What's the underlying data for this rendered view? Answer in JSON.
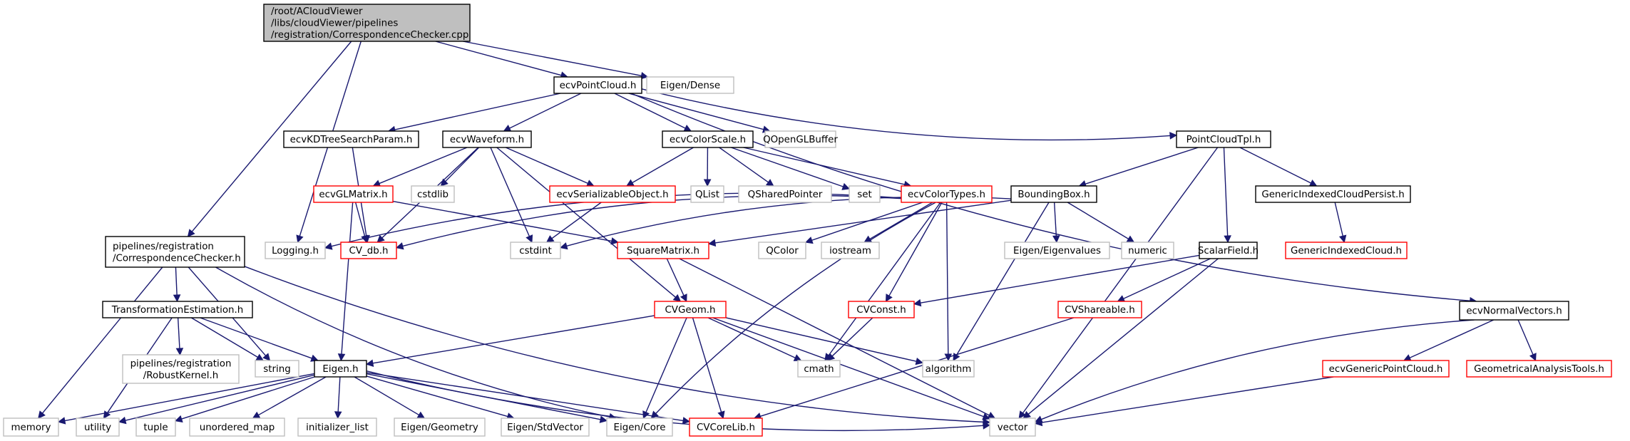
{
  "title": "Include dependency graph for CorrespondenceChecker.cpp",
  "legend": {
    "edge_color": "#191970",
    "root_fill": "#bfbfbf",
    "documented_border": "#000000",
    "undocumented_border": "#bfbfbf",
    "truncated_border": "#ff0000"
  },
  "nodes": [
    {
      "id": "root",
      "lines": [
        "/root/ACloudViewer",
        "/libs/cloudViewer/pipelines",
        "/registration/CorrespondenceChecker.cpp"
      ],
      "kind": "root"
    },
    {
      "id": "ecvPointCloud",
      "lines": [
        "ecvPointCloud.h"
      ],
      "kind": "internal"
    },
    {
      "id": "EigenDense",
      "lines": [
        "Eigen/Dense"
      ],
      "kind": "missing"
    },
    {
      "id": "ecvKDTreeSearchParam",
      "lines": [
        "ecvKDTreeSearchParam.h"
      ],
      "kind": "internal"
    },
    {
      "id": "ecvWaveform",
      "lines": [
        "ecvWaveform.h"
      ],
      "kind": "internal"
    },
    {
      "id": "ecvColorScale",
      "lines": [
        "ecvColorScale.h"
      ],
      "kind": "internal"
    },
    {
      "id": "QOpenGLBuffer",
      "lines": [
        "QOpenGLBuffer"
      ],
      "kind": "missing"
    },
    {
      "id": "PointCloudTpl",
      "lines": [
        "PointCloudTpl.h"
      ],
      "kind": "internal"
    },
    {
      "id": "ecvGLMatrix",
      "lines": [
        "ecvGLMatrix.h"
      ],
      "kind": "red"
    },
    {
      "id": "cstdlib",
      "lines": [
        "cstdlib"
      ],
      "kind": "missing"
    },
    {
      "id": "ecvSerializableObject",
      "lines": [
        "ecvSerializableObject.h"
      ],
      "kind": "red"
    },
    {
      "id": "QList",
      "lines": [
        "QList"
      ],
      "kind": "missing"
    },
    {
      "id": "QSharedPointer",
      "lines": [
        "QSharedPointer"
      ],
      "kind": "missing"
    },
    {
      "id": "set",
      "lines": [
        "set"
      ],
      "kind": "missing"
    },
    {
      "id": "ecvColorTypes",
      "lines": [
        "ecvColorTypes.h"
      ],
      "kind": "red"
    },
    {
      "id": "BoundingBox",
      "lines": [
        "BoundingBox.h"
      ],
      "kind": "internal"
    },
    {
      "id": "GenericIndexedCloudPersist",
      "lines": [
        "GenericIndexedCloudPersist.h"
      ],
      "kind": "internal"
    },
    {
      "id": "Logging",
      "lines": [
        "Logging.h"
      ],
      "kind": "missing"
    },
    {
      "id": "CV_db",
      "lines": [
        "CV_db.h"
      ],
      "kind": "red"
    },
    {
      "id": "cstdint",
      "lines": [
        "cstdint"
      ],
      "kind": "missing"
    },
    {
      "id": "SquareMatrix",
      "lines": [
        "SquareMatrix.h"
      ],
      "kind": "red"
    },
    {
      "id": "QColor",
      "lines": [
        "QColor"
      ],
      "kind": "missing"
    },
    {
      "id": "iostream",
      "lines": [
        "iostream"
      ],
      "kind": "missing"
    },
    {
      "id": "EigenEigenvalues",
      "lines": [
        "Eigen/Eigenvalues"
      ],
      "kind": "missing"
    },
    {
      "id": "numeric",
      "lines": [
        "numeric"
      ],
      "kind": "missing"
    },
    {
      "id": "ScalarField",
      "lines": [
        "ScalarField.h"
      ],
      "kind": "internal"
    },
    {
      "id": "GenericIndexedCloud",
      "lines": [
        "GenericIndexedCloud.h"
      ],
      "kind": "red"
    },
    {
      "id": "CorrespondenceCheckerH",
      "lines": [
        "pipelines/registration",
        "/CorrespondenceChecker.h"
      ],
      "kind": "internal"
    },
    {
      "id": "TransformationEstimation",
      "lines": [
        "TransformationEstimation.h"
      ],
      "kind": "internal"
    },
    {
      "id": "CVGeom",
      "lines": [
        "CVGeom.h"
      ],
      "kind": "red"
    },
    {
      "id": "CVConst",
      "lines": [
        "CVConst.h"
      ],
      "kind": "red"
    },
    {
      "id": "CVShareable",
      "lines": [
        "CVShareable.h"
      ],
      "kind": "red"
    },
    {
      "id": "ecvNormalVectors",
      "lines": [
        "ecvNormalVectors.h"
      ],
      "kind": "internal"
    },
    {
      "id": "RobustKernel",
      "lines": [
        "pipelines/registration",
        "/RobustKernel.h"
      ],
      "kind": "missing"
    },
    {
      "id": "string",
      "lines": [
        "string"
      ],
      "kind": "missing"
    },
    {
      "id": "Eigen",
      "lines": [
        "Eigen.h"
      ],
      "kind": "internal"
    },
    {
      "id": "cmath",
      "lines": [
        "cmath"
      ],
      "kind": "missing"
    },
    {
      "id": "algorithm",
      "lines": [
        "algorithm"
      ],
      "kind": "missing"
    },
    {
      "id": "ecvGenericPointCloud",
      "lines": [
        "ecvGenericPointCloud.h"
      ],
      "kind": "red"
    },
    {
      "id": "GeometricalAnalysisTools",
      "lines": [
        "GeometricalAnalysisTools.h"
      ],
      "kind": "red"
    },
    {
      "id": "memory",
      "lines": [
        "memory"
      ],
      "kind": "missing"
    },
    {
      "id": "utility",
      "lines": [
        "utility"
      ],
      "kind": "missing"
    },
    {
      "id": "tuple",
      "lines": [
        "tuple"
      ],
      "kind": "missing"
    },
    {
      "id": "unordered_map",
      "lines": [
        "unordered_map"
      ],
      "kind": "missing"
    },
    {
      "id": "initializer_list",
      "lines": [
        "initializer_list"
      ],
      "kind": "missing"
    },
    {
      "id": "EigenGeometry",
      "lines": [
        "Eigen/Geometry"
      ],
      "kind": "missing"
    },
    {
      "id": "EigenStdVector",
      "lines": [
        "Eigen/StdVector"
      ],
      "kind": "missing"
    },
    {
      "id": "EigenCore",
      "lines": [
        "Eigen/Core"
      ],
      "kind": "missing"
    },
    {
      "id": "CVCoreLib",
      "lines": [
        "CVCoreLib.h"
      ],
      "kind": "red"
    },
    {
      "id": "vector",
      "lines": [
        "vector"
      ],
      "kind": "missing"
    }
  ],
  "edges": [
    [
      "root",
      "ecvPointCloud"
    ],
    [
      "root",
      "EigenDense"
    ],
    [
      "root",
      "Logging"
    ],
    [
      "root",
      "CorrespondenceCheckerH"
    ],
    [
      "ecvPointCloud",
      "ecvKDTreeSearchParam"
    ],
    [
      "ecvPointCloud",
      "ecvWaveform"
    ],
    [
      "ecvPointCloud",
      "ecvColorScale"
    ],
    [
      "ecvPointCloud",
      "QOpenGLBuffer"
    ],
    [
      "ecvPointCloud",
      "PointCloudTpl"
    ],
    [
      "ecvPointCloud",
      "ecvNormalVectors"
    ],
    [
      "ecvKDTreeSearchParam",
      "CV_db"
    ],
    [
      "ecvWaveform",
      "ecvGLMatrix"
    ],
    [
      "ecvWaveform",
      "cstdlib"
    ],
    [
      "ecvWaveform",
      "ecvSerializableObject"
    ],
    [
      "ecvWaveform",
      "cstdint"
    ],
    [
      "ecvWaveform",
      "CVGeom"
    ],
    [
      "ecvWaveform",
      "CV_db"
    ],
    [
      "ecvColorScale",
      "ecvSerializableObject"
    ],
    [
      "ecvColorScale",
      "QList"
    ],
    [
      "ecvColorScale",
      "QSharedPointer"
    ],
    [
      "ecvColorScale",
      "set"
    ],
    [
      "ecvColorScale",
      "ecvColorTypes"
    ],
    [
      "PointCloudTpl",
      "BoundingBox"
    ],
    [
      "PointCloudTpl",
      "ScalarField"
    ],
    [
      "PointCloudTpl",
      "GenericIndexedCloudPersist"
    ],
    [
      "PointCloudTpl",
      "vector"
    ],
    [
      "ecvGLMatrix",
      "CV_db"
    ],
    [
      "ecvGLMatrix",
      "SquareMatrix"
    ],
    [
      "ecvGLMatrix",
      "Eigen"
    ],
    [
      "ecvSerializableObject",
      "cstdint"
    ],
    [
      "ecvColorTypes",
      "Logging"
    ],
    [
      "ecvColorTypes",
      "CV_db"
    ],
    [
      "ecvColorTypes",
      "QColor"
    ],
    [
      "ecvColorTypes",
      "iostream"
    ],
    [
      "ecvColorTypes",
      "CVConst"
    ],
    [
      "ecvColorTypes",
      "algorithm"
    ],
    [
      "ecvColorTypes",
      "EigenCore"
    ],
    [
      "ecvColorTypes",
      "cmath"
    ],
    [
      "BoundingBox",
      "cstdint"
    ],
    [
      "BoundingBox",
      "SquareMatrix"
    ],
    [
      "BoundingBox",
      "EigenEigenvalues"
    ],
    [
      "BoundingBox",
      "numeric"
    ],
    [
      "BoundingBox",
      "algorithm"
    ],
    [
      "GenericIndexedCloudPersist",
      "GenericIndexedCloud"
    ],
    [
      "ScalarField",
      "CVConst"
    ],
    [
      "ScalarField",
      "CVShareable"
    ],
    [
      "ScalarField",
      "vector"
    ],
    [
      "SquareMatrix",
      "CVGeom"
    ],
    [
      "SquareMatrix",
      "vector"
    ],
    [
      "CorrespondenceCheckerH",
      "TransformationEstimation"
    ],
    [
      "CorrespondenceCheckerH",
      "memory"
    ],
    [
      "CorrespondenceCheckerH",
      "string"
    ],
    [
      "CorrespondenceCheckerH",
      "EigenCore"
    ],
    [
      "CorrespondenceCheckerH",
      "vector"
    ],
    [
      "TransformationEstimation",
      "RobustKernel"
    ],
    [
      "TransformationEstimation",
      "string"
    ],
    [
      "TransformationEstimation",
      "Eigen"
    ],
    [
      "TransformationEstimation",
      "utility"
    ],
    [
      "CVGeom",
      "Eigen"
    ],
    [
      "CVGeom",
      "cmath"
    ],
    [
      "CVGeom",
      "algorithm"
    ],
    [
      "CVGeom",
      "EigenCore"
    ],
    [
      "CVGeom",
      "CVCoreLib"
    ],
    [
      "CVGeom",
      "vector"
    ],
    [
      "CVConst",
      "cmath"
    ],
    [
      "CVShareable",
      "CVCoreLib"
    ],
    [
      "ecvNormalVectors",
      "ecvGenericPointCloud"
    ],
    [
      "ecvNormalVectors",
      "GeometricalAnalysisTools"
    ],
    [
      "ecvNormalVectors",
      "vector"
    ],
    [
      "ecvGenericPointCloud",
      "vector"
    ],
    [
      "Eigen",
      "memory"
    ],
    [
      "Eigen",
      "utility"
    ],
    [
      "Eigen",
      "tuple"
    ],
    [
      "Eigen",
      "unordered_map"
    ],
    [
      "Eigen",
      "initializer_list"
    ],
    [
      "Eigen",
      "EigenGeometry"
    ],
    [
      "Eigen",
      "EigenStdVector"
    ],
    [
      "Eigen",
      "EigenCore"
    ],
    [
      "Eigen",
      "CVCoreLib"
    ],
    [
      "Eigen",
      "vector"
    ]
  ]
}
